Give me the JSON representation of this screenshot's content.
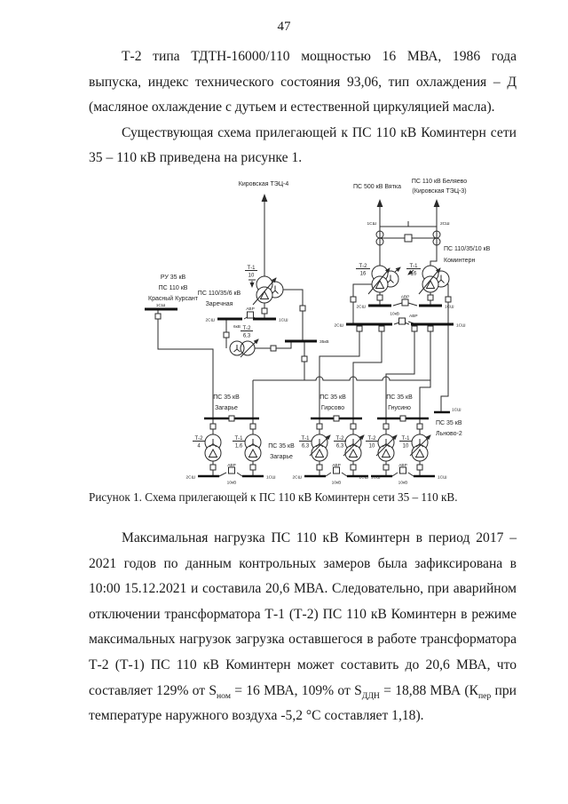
{
  "page": {
    "number": "47"
  },
  "paragraphs": {
    "p1": "Т-2 типа ТДТН-16000/110 мощностью 16 МВА, 1986 года выпуска, индекс технического состояния 93,06, тип охлаждения – Д (масляное охлаждение с дутьем и естественной циркуляцией масла).",
    "p2": "Существующая схема прилегающей к ПС 110 кВ Коминтерн сети 35 – 110 кВ приведена на рисунке 1.",
    "p3_rich": [
      {
        "t": "text",
        "v": "Максимальная нагрузка ПС 110 кВ Коминтерн в период 2017 – 2021 годов по данным контрольных замеров была зафиксирована в 10:00 15.12.2021 и составила 20,6 МВА. Следовательно, при аварийном отключении трансформатора Т-1 (Т-2) ПС 110 кВ Коминтерн в режиме максимальных нагрузок загрузка оставшегося в работе трансформатора Т-2 (Т-1) ПС 110 кВ Коминтерн может составить до 20,6 МВА, что составляет 129% от S"
      },
      {
        "t": "sub",
        "v": "ном"
      },
      {
        "t": "text",
        "v": " = 16 МВА, 109% от S"
      },
      {
        "t": "sub",
        "v": "ДДН"
      },
      {
        "t": "text",
        "v": " = 18,88 МВА (К"
      },
      {
        "t": "sub",
        "v": "пер"
      },
      {
        "t": "text",
        "v": " при температуре наружного воздуха -5,2 °С составляет 1,18)."
      }
    ]
  },
  "figure": {
    "caption": "Рисунок 1. Схема прилегающей к ПС 110 кВ Коминтерн сети 35 – 110 кВ.",
    "diagram": {
      "feeders": {
        "tec4": "Кировская ТЭЦ-4",
        "vyatka": "ПС 500 кВ Вятка",
        "belyaevo1": "ПС 110 кВ Беляево",
        "belyaevo2": "(Кировская ТЭЦ-3)"
      },
      "substations": {
        "kominterna1": "ПС 110/35/10 кВ",
        "kominterna2": "Коминтерн",
        "krasny1": "РУ 35 кВ",
        "krasny2": "ПС 110 кВ",
        "krasny3": "Красный Курсант",
        "zarechnaya1": "ПС 110/35/6 кВ",
        "zarechnaya2": "Заречная",
        "zagarye_line1": "ПС 35 кВ",
        "zagarye_line2": "Загарье",
        "girsovo1": "ПС 35 кВ",
        "girsovo2": "Гирсово",
        "gnusino1": "ПС 35 кВ",
        "gnusino2": "Гнусино",
        "lnovo1": "ПС 35 кВ",
        "lnovo2": "Льново-2",
        "zagarye_sub1": "ПС 35 кВ",
        "zagarye_sub2": "Загарье"
      },
      "transformers": {
        "kom_t2": {
          "name": "Т-2",
          "rating": "16"
        },
        "kom_t1": {
          "name": "Т-1",
          "rating": "16"
        },
        "zar_t1": {
          "name": "Т-1",
          "rating": "10"
        },
        "zar_t2": {
          "name": "Т-2",
          "rating": "6,3"
        },
        "zag_t2": {
          "name": "Т-2",
          "rating": "4"
        },
        "zag_t1": {
          "name": "Т-1",
          "rating": "1,6"
        },
        "gir_t1": {
          "name": "Т-1",
          "rating": "6,3"
        },
        "gir_t2": {
          "name": "Т-2",
          "rating": "6,3"
        },
        "gnu_t2": {
          "name": "Т-2",
          "rating": "10"
        },
        "gnu_t1": {
          "name": "Т-1",
          "rating": "10"
        }
      },
      "bus_labels": {
        "s1": "1СШ",
        "s2": "2СШ",
        "avr": "АВР",
        "v10": "10кВ",
        "v35": "35кВ",
        "v6": "6кВ"
      }
    }
  }
}
